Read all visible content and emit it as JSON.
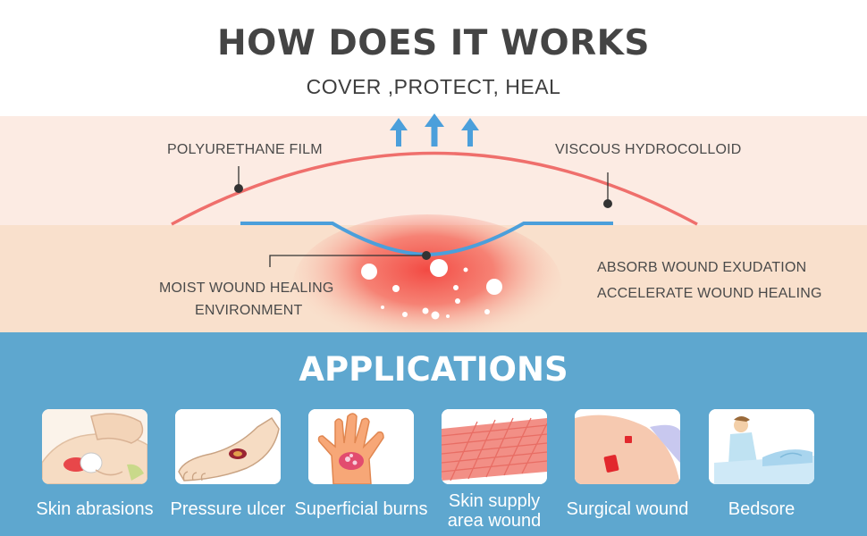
{
  "header": {
    "title": "HOW DOES IT WORKS",
    "subtitle": "COVER ,PROTECT, HEAL"
  },
  "diagram": {
    "labels": {
      "polyurethane_film": "POLYURETHANE FILM",
      "viscous_hydrocolloid": "VISCOUS HYDROCOLLOID",
      "moist_line1": "MOIST WOUND HEALING",
      "moist_line2": "ENVIRONMENT",
      "absorb": "ABSORB WOUND EXUDATION",
      "accelerate": "ACCELERATE WOUND HEALING"
    },
    "icons": [
      "up-arrow-icon",
      "up-arrow-icon",
      "up-arrow-icon"
    ]
  },
  "applications": {
    "title": "APPLICATIONS",
    "items": [
      {
        "label": "Skin abrasions",
        "icon": "skin-abrasions-illustration"
      },
      {
        "label": "Pressure ulcer",
        "icon": "pressure-ulcer-illustration"
      },
      {
        "label": "Superficial burns",
        "icon": "superficial-burns-illustration"
      },
      {
        "label_line1": "Skin supply",
        "label_line2": "area wound",
        "icon": "skin-supply-illustration"
      },
      {
        "label": "Surgical wound",
        "icon": "surgical-wound-illustration"
      },
      {
        "label": "Bedsore",
        "icon": "bedsore-illustration"
      }
    ]
  },
  "colors": {
    "film_line": "#ef6f6c",
    "hydrocolloid_line": "#4b9fdb",
    "arrow": "#4b9fdb",
    "bottom_background": "#5ea7cf",
    "title_text": "#444444"
  }
}
